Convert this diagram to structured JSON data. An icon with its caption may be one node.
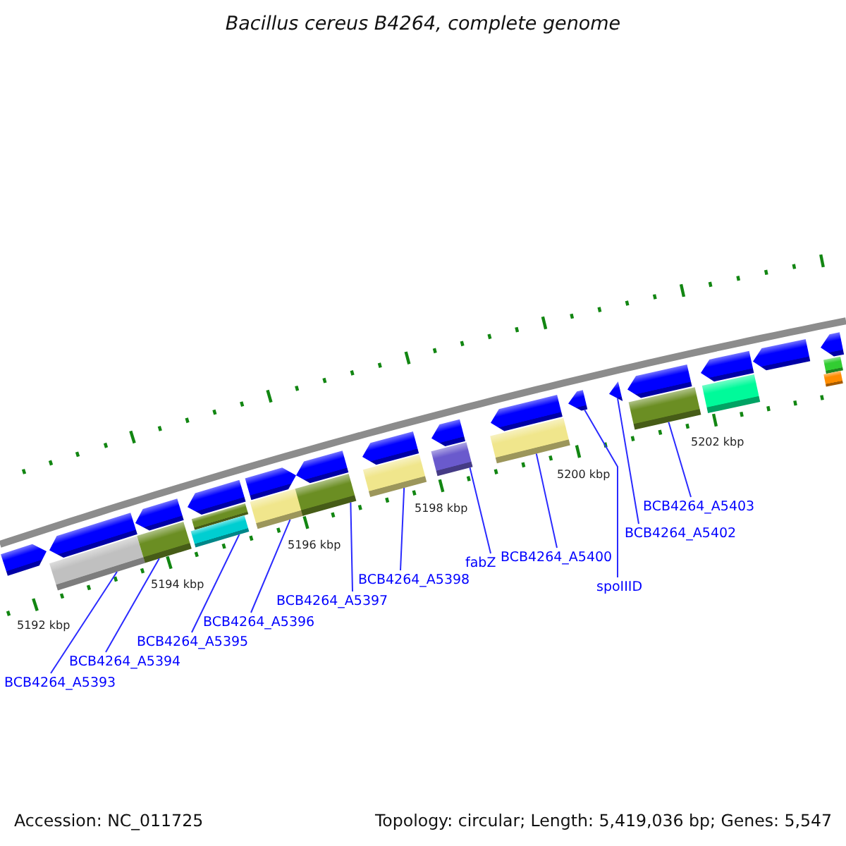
{
  "diagram": {
    "title": "Bacillus cereus B4264, complete genome",
    "nodes": [
      {
        "text": [],
        "shape": "arrow"
      },
      {
        "text": [],
        "shape": "arrow"
      },
      {
        "text": [],
        "shape": "arrow"
      },
      {
        "text": [],
        "shape": "arrow"
      },
      {
        "text": [],
        "shape": "arrow"
      },
      {
        "text": [],
        "shape": "arrow"
      },
      {
        "text": [],
        "shape": "arrow"
      },
      {
        "text": [],
        "shape": "arrow"
      },
      {
        "text": [],
        "shape": "arrow"
      },
      {
        "text": [],
        "shape": "arrow"
      },
      {
        "text": [],
        "shape": "arrow"
      },
      {
        "text": [],
        "shape": "arrow"
      },
      {
        "text": [],
        "shape": "arrow"
      },
      {
        "text": [],
        "shape": "arrow"
      },
      {
        "text": [],
        "shape": "arrow"
      },
      {
        "text": [],
        "shape": "bar"
      },
      {
        "text": [],
        "shape": "bar"
      },
      {
        "text": [],
        "shape": "bar"
      },
      {
        "text": [],
        "shape": "bar"
      },
      {
        "text": [],
        "shape": "bar"
      },
      {
        "text": [],
        "shape": "bar"
      },
      {
        "text": [],
        "shape": "bar"
      },
      {
        "text": [],
        "shape": "bar"
      },
      {
        "text": [],
        "shape": "bar"
      },
      {
        "text": [],
        "shape": "bar"
      },
      {
        "text": [],
        "shape": "bar"
      },
      {
        "text": [],
        "shape": "bar"
      },
      {
        "text": [],
        "shape": "bar"
      },
      {
        "text": [
          "BCB4264_A5393"
        ]
      },
      {
        "text": [
          "BCB4264_A5394"
        ]
      },
      {
        "text": [
          "BCB4264_A5395"
        ]
      },
      {
        "text": [
          "BCB4264_A5396"
        ]
      },
      {
        "text": [
          "BCB4264_A5397"
        ]
      },
      {
        "text": [
          "BCB4264_A5398"
        ]
      },
      {
        "text": [
          "fabZ"
        ]
      },
      {
        "text": [
          "BCB4264_A5400"
        ]
      },
      {
        "text": [
          "spoIIID"
        ]
      },
      {
        "text": [
          "BCB4264_A5402"
        ]
      },
      {
        "text": [
          "BCB4264_A5403"
        ]
      }
    ],
    "edges": [
      {
        "from": 28,
        "to": 15,
        "arrow": "none"
      },
      {
        "from": 29,
        "to": 16,
        "arrow": "none"
      },
      {
        "from": 30,
        "to": 18,
        "arrow": "none"
      },
      {
        "from": 31,
        "to": 19,
        "arrow": "none"
      },
      {
        "from": 32,
        "to": 20,
        "arrow": "none"
      },
      {
        "from": 33,
        "to": 21,
        "arrow": "none"
      },
      {
        "from": 34,
        "to": 22,
        "arrow": "none"
      },
      {
        "from": 35,
        "to": 23,
        "arrow": "none"
      },
      {
        "from": 36,
        "to": 9,
        "arrow": "none"
      },
      {
        "from": 37,
        "to": 10,
        "arrow": "none"
      },
      {
        "from": 38,
        "to": 24,
        "arrow": "none"
      }
    ],
    "labels": [
      "5192 kbp",
      "5194 kbp",
      "5196 kbp",
      "5198 kbp",
      "5200 kbp",
      "5202 kbp",
      "Accession: NC_011725",
      "Topology: circular; Length: 5,419,036 bp; Genes: 5,547"
    ]
  }
}
